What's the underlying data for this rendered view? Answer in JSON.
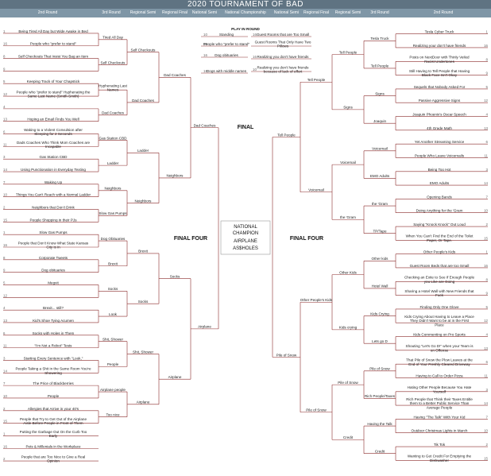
{
  "title": "2020 TOURNAMENT OF BAD",
  "headers": {
    "left": [
      "2nd Round",
      "3rd Round",
      "Regional Semi",
      "Regional Final",
      "National Semi"
    ],
    "center": "National Championship",
    "right": [
      "National Semi",
      "Regional Final",
      "Regional Semi",
      "3rd Round",
      "2nd Round"
    ]
  },
  "play_in": {
    "title": "PLAY IN ROUND",
    "games": [
      {
        "a_seed": "10",
        "a": "Standing",
        "b_seed": "16",
        "b": "Guest Rooms that are Too Small"
      },
      {
        "a_seed": "16",
        "a": "People who \"prefer to stand\"",
        "b_seed": "",
        "b": "Guest Rooms That Only Have Two Pillows"
      },
      {
        "a_seed": "16",
        "a": "Dog obituaries",
        "b_seed": "16",
        "b": "Realizing you don't have friends"
      },
      {
        "a_seed": "16",
        "a": "Dogs with middle names",
        "b_seed": "10",
        "b": "Realizing you don't have friends because of lack of effort"
      }
    ]
  },
  "labels": {
    "final": "FINAL",
    "final_four_left": "FINAL FOUR",
    "final_four_right": "FINAL FOUR",
    "champion_line1": "NATIONAL",
    "champion_line2": "CHAMPION",
    "champion_line3": "AIRPLANE",
    "champion_line4": "AS$HOLES"
  },
  "left": {
    "r1": [
      {
        "seed": "1",
        "text": "Being Tired All Day but Wide Awake in Bed"
      },
      {
        "seed": "16",
        "text": "People who \"prefer to stand\""
      },
      {
        "seed": "8",
        "text": "Self Checkouts That Insist You Bag an Item"
      },
      {
        "seed": "9",
        "text": ""
      },
      {
        "seed": "5",
        "text": "Keeping Track of Your Chapstick"
      },
      {
        "seed": "12",
        "text": "People who \"prefer to stand\" Hyphenating the Same Last Name (Smith-Smith)"
      },
      {
        "seed": "4",
        "text": ""
      },
      {
        "seed": "13",
        "text": "Hoping an Email Finds You Well"
      },
      {
        "seed": "6",
        "text": "Waking to a Violent Convulsion after Sleeping for 2 Seconds"
      },
      {
        "seed": "11",
        "text": "Dads Coaches Who Think Mom Coaches are Incapable"
      },
      {
        "seed": "3",
        "text": "Gas Station CBD"
      },
      {
        "seed": "14",
        "text": "Using Punctionation in Everyday Texting"
      },
      {
        "seed": "7",
        "text": "Waking Up"
      },
      {
        "seed": "10",
        "text": "Things You Can't Reach with a Normal Ladder"
      },
      {
        "seed": "2",
        "text": "Neighbors that Don't Drink"
      },
      {
        "seed": "15",
        "text": "People Shopping in their PJs"
      },
      {
        "seed": "1",
        "text": "Slow Gas Pumps"
      },
      {
        "seed": "16",
        "text": "People that Don't Know What State Kansas City is in"
      },
      {
        "seed": "8",
        "text": "Corporate Tweets"
      },
      {
        "seed": "9",
        "text": "Dog obituaries"
      },
      {
        "seed": "5",
        "text": "Megxit"
      },
      {
        "seed": "12",
        "text": ""
      },
      {
        "seed": "4",
        "text": "Brexit... still?"
      },
      {
        "seed": "13",
        "text": "Kid's Shoe Tying Acumen"
      },
      {
        "seed": "6",
        "text": "Socks with Holes in Them"
      },
      {
        "seed": "11",
        "text": "\"I'm Not a Robot\" Tests"
      },
      {
        "seed": "3",
        "text": "Starting Every Sentence with \"Look,\""
      },
      {
        "seed": "14",
        "text": "People Taking a Shit in the Same Room You're Showering"
      },
      {
        "seed": "7",
        "text": "The Price of Blackberries"
      },
      {
        "seed": "10",
        "text": "People"
      },
      {
        "seed": "2",
        "text": "Allergies that Arrive in your 40's"
      },
      {
        "seed": "15",
        "text": "People that Try to Get Out of the Airplane Aisle Before People in Front of Them"
      },
      {
        "seed": "1",
        "text": "Putting the Garbage Out On the Curb Too Early"
      },
      {
        "seed": "16",
        "text": "Pets & Millenials in the Workplace"
      },
      {
        "seed": "2",
        "text": "People that are Too Nice to Give a Real Opinion"
      }
    ],
    "r2": [
      "Tired All Day",
      "Self Checkouts",
      "Hyphenating Last Names",
      "Dad Coaches",
      "Gas Station CBD",
      "Ladder",
      "Neighbors",
      "Slow Gas Pumps",
      "Dog Obituaries",
      "Brexit",
      "Socks",
      "Look",
      "Shit, Shower",
      "People",
      "Airplane people",
      "Too nice"
    ],
    "r3": [
      "Self Checkouts",
      "Dad Coaches",
      "Ladder",
      "Neighbors",
      "Brexit",
      "Socks",
      "Shit, Shower",
      "Airplane"
    ],
    "r4": [
      "Dad Coaches",
      "Neighbors",
      "Socks",
      "Airplane"
    ],
    "r5": [
      "Dad Coaches",
      "Airplane"
    ]
  },
  "right": {
    "r1": [
      {
        "seed": "1",
        "text": "Tesla Cyber Truck"
      },
      {
        "seed": "16",
        "text": "Realizing your don't have friends"
      },
      {
        "seed": "8",
        "text": "Posts on NextDoor with Thinly Veiled Racist Undertones"
      },
      {
        "seed": "9",
        "text": "Still Having to Tell People that Having Black Face Isn't Okay"
      },
      {
        "seed": "5",
        "text": "Sequels that Nobody Asked For"
      },
      {
        "seed": "12",
        "text": "Passive Aggressive Signs"
      },
      {
        "seed": "4",
        "text": "Joaquin Phoenix's Oscar Speech"
      },
      {
        "seed": "13",
        "text": "4th Grade Math"
      },
      {
        "seed": "6",
        "text": "Yet Another Streaming Service"
      },
      {
        "seed": "11",
        "text": "People Who Leave Voicemails"
      },
      {
        "seed": "3",
        "text": "Being Too Hot"
      },
      {
        "seed": "14",
        "text": "EMO Adults"
      },
      {
        "seed": "7",
        "text": "Opening Bands"
      },
      {
        "seed": "10",
        "text": "Doing Anything for the 'Gram"
      },
      {
        "seed": "2",
        "text": "Saying \"Knock Knock\" Out Loud"
      },
      {
        "seed": "15",
        "text": "When You Can't Find the End of the Toilet Paper, Or Tape."
      },
      {
        "seed": "1",
        "text": "Other People's Kids"
      },
      {
        "seed": "16",
        "text": "Guest Room Beds that are too Small"
      },
      {
        "seed": "8",
        "text": "Checking an Exite to See If Enough People you Like are Going"
      },
      {
        "seed": "9",
        "text": "Sharing a Hotel Wall with New Friends that Fuck"
      },
      {
        "seed": "5",
        "text": "Finding Only One Glove"
      },
      {
        "seed": "12",
        "text": "Kids Crying About Having to Leave a Place They Didn't Want to be at in the First Place"
      },
      {
        "seed": "4",
        "text": "Kids Commenting on Pro Sports"
      },
      {
        "seed": "13",
        "text": "Shouting \"Let's Go D!\" when your Team is on Offense"
      },
      {
        "seed": "6",
        "text": "That Pile of Snow the Plow Leaves at the End of Your Freshly Cleared Driveway"
      },
      {
        "seed": "11",
        "text": "Having to Call to Order Pizza"
      },
      {
        "seed": "3",
        "text": "Hating Other People Because You Hate Yourself"
      },
      {
        "seed": "14",
        "text": "Rich People that Think their Taxes Entitle them to a Better Public Service Than Average People"
      },
      {
        "seed": "7",
        "text": "Having \"The Talk\" With Your Kid"
      },
      {
        "seed": "10",
        "text": "Outdoor Christmas Lights in March"
      },
      {
        "seed": "2",
        "text": "Tik Tok"
      },
      {
        "seed": "15",
        "text": "Wanting to Get Credit For Emptying the Dishwasher"
      }
    ],
    "r2": [
      "Tesla Truck",
      "Tell People",
      "Signs",
      "Joaquin",
      "Voicemail",
      "EMO Adults",
      "the 'Gram",
      "TP/Tape",
      "Other kids",
      "Hotel Wall",
      "Kids Crying",
      "Lets go D",
      "Pile of Snow",
      "Rich People/Taxes",
      "Having the Talk",
      "Credit"
    ],
    "r3": [
      "Tell People",
      "Signs",
      "Voicemail",
      "the 'Gram",
      "Other Kids",
      "Kids crying",
      "Pile of Snow",
      "Credit"
    ],
    "r4": [
      "Tell People",
      "Voicemail",
      "Other People's Kids",
      "Pile of Snow"
    ],
    "r5": [
      "Tell People",
      "Pile of Snow"
    ]
  }
}
